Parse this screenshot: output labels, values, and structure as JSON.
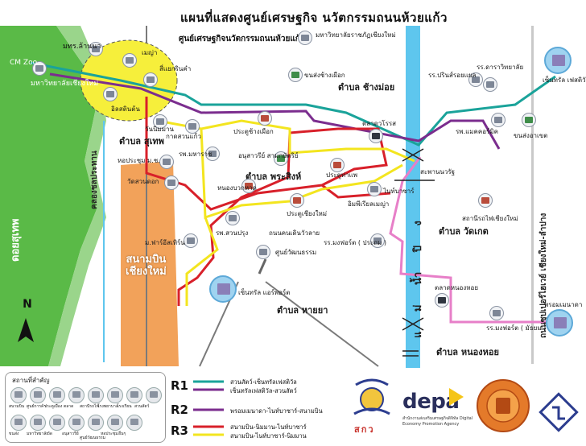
{
  "title": "แผนที่แสดงศูนย์เศรษฐกิจ นวัตกรรมถนนห้วยแก้ว",
  "colors": {
    "r1_teal": "#1aa39a",
    "r1_purple": "#7b2d8e",
    "r2_purple": "#7b2d8e",
    "r3_red": "#d8202a",
    "r3_yellow": "#f3e51f",
    "pink": "#e77fc8",
    "river": "#5ec6ee",
    "mountain": "#5aba47",
    "airport": "#f2a25a",
    "hub_zone": "#f6ef3b"
  },
  "hub": {
    "label": "ศูนย์เศรษฐกิจนวัตกรรมถนนห้วยแก้ว"
  },
  "areas": {
    "doi_suthep": "ดอยสุเทพ",
    "khlong_chonprathan": "คลองชลประทาน",
    "airport": [
      "สนามบิน",
      "เชียงใหม่"
    ],
    "river_letters": "แ ม่ น้ำ ปิ ง",
    "superhighway": "ถนนซุปเปอร์ไฮเวย์ เชียงใหม่-ลำปาง"
  },
  "districts": {
    "suthep": "ตำบล สุเทพ",
    "changmoi": "ตำบล ช้างม่อย",
    "phrasing": "ตำบล พระสิงห์",
    "wat_ket": "ตำบล วัดเกต",
    "haiya": "ตำบล หายยา",
    "nong_hoi": "ตำบล หนองหอย"
  },
  "places": {
    "cm_zoo": "CM Zoo",
    "kaset_lanna": "มทร.ล้านนา",
    "cmu": "มหาวิทยาลัยเชียงใหม่",
    "meya": "เมญ่า",
    "phantip": "สี่แยกรินคำ",
    "one_nimman": "อิลสตินต้น",
    "maejo_eco": "มหาวิทยาลัยราชภัฏเชียงใหม่",
    "khon_song": "ขนส่งช้างเผือก",
    "cm_uni_tech": "รร.ปรินส์รอยแยล",
    "dara": "รร.ดาราวิทยาลัย",
    "central_festival": "เซ็นทรัล เฟสติวัล",
    "mcormick": "รพ.แมคคอร์มิค",
    "bus_arcade": "ขนส่งอาเขต",
    "wang_nimman": "วันนิมมาน",
    "kad_suan_kaew": "กาดสวนแก้ว",
    "pratu_chang_phueak": "ประตูช้างเผือก",
    "warorot": "ตลาดวโรรส",
    "sanpakoi": "สะพานนวรัฐ",
    "hor_prachum": "หอประชุม ม.ช.",
    "rp_maharaj": "รพ.มหาราช",
    "anusawari": "อนุสาวรีย์ สามกษัตริย์",
    "tha_phae": "ประตูท่าแพ",
    "wat_suan_dok": "วัดสวนดอก",
    "nong_buak_hard": "หนองบวกหาด",
    "night_bazaar": "ไนท์บาซาร์",
    "imperial": "อิมพีเรียลเมญ่า",
    "rail_station": "สถานีรถไฟเชียงใหม่",
    "suan_prung": "รพ.สวนปรุง",
    "pratu_chiang_mai": "ประตูเชียงใหม่",
    "walking_street": "ถนนคนเดินวัวลาย",
    "mfu_cm": "ม.ฟาร์อีสเทิร์น",
    "cultural_centre": "ศูนย์วัฒนธรรม",
    "montfort_prathom": "รร.มงฟอร์ต ( ประถม )",
    "central_airport": "เซ็นทรัล แอร์พอร์ต",
    "nong_hoi_market": "ตลาดหนองหอย",
    "montfort_mathayom": "รร.มงฟอร์ต ( มัธยม )",
    "promenada": "พรอมเมนาดา"
  },
  "compass": "N",
  "legend": {
    "title": "สถานที่สำคัญ",
    "items": [
      "สนามบิน",
      "ศูนย์การค้า",
      "ประตูเมือง",
      "ตลาด",
      "สถานีรถไฟ",
      "โรงพยาบาล",
      "โรงเรียน",
      "สวนสัตว์",
      "ขนส่ง",
      "มหาวิทยาลัย",
      "วัด",
      "อนุสาวรีย์",
      "ศูนย์วัฒนธรรม",
      "หอประชุม",
      "อื่นๆ"
    ],
    "routes": [
      {
        "key": "R1",
        "lines": [
          "สวนสัตว์-เซ็นทรัลเฟสติวัล",
          "เซ็นทรัลเฟสติวัล-สวนสัตว์"
        ]
      },
      {
        "key": "R2",
        "lines": [
          "พรอมเมนาดา-ไนท์บาซาร์-สนามบิน"
        ]
      },
      {
        "key": "R3",
        "lines": [
          "สนามบิน-นิมมาน-ไนท์บาซาร์",
          "สนามบิน-ไนท์บาซาร์-นิมมาน"
        ]
      }
    ]
  },
  "logos": {
    "trf": "สกว",
    "depa": "depa",
    "depa_sub": "สำนักงานส่งเสริมเศรษฐกิจดิจิทัล Digital Economy Promotion Agency"
  }
}
